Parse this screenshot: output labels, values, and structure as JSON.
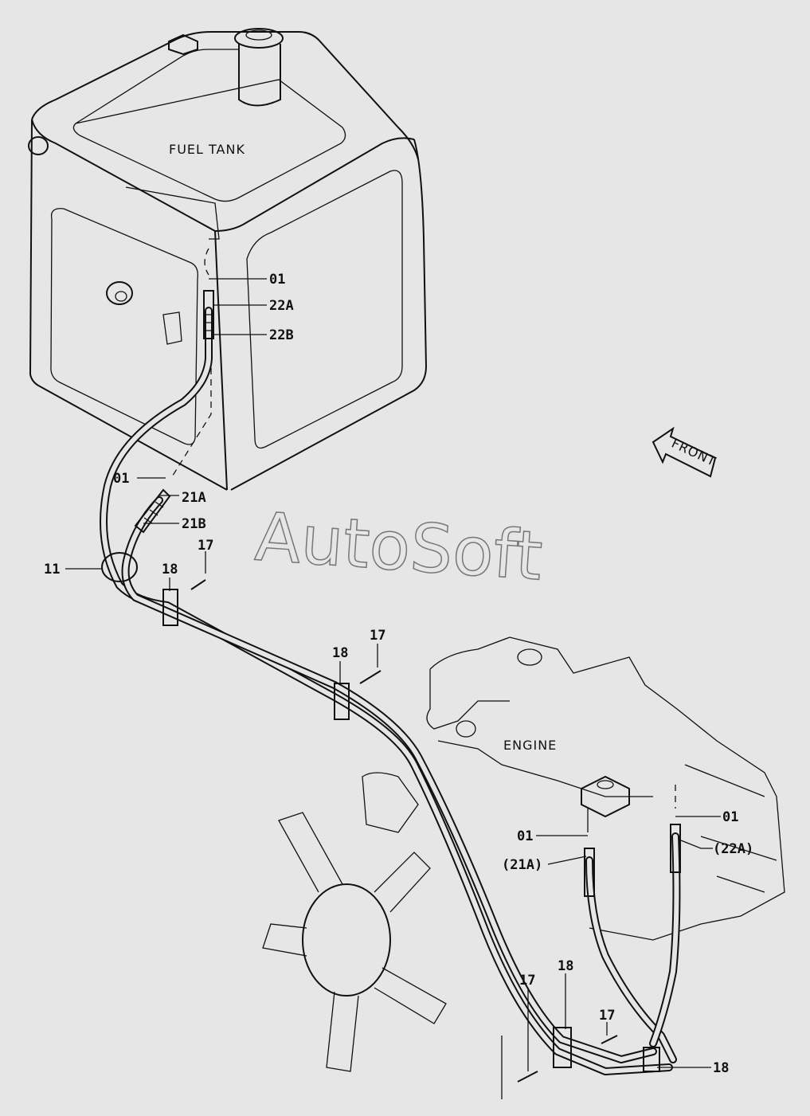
{
  "labels": {
    "fuel_tank": "FUEL TANK",
    "engine": "ENGINE",
    "front": "FRONT",
    "watermark": "AutoSoft"
  },
  "callouts": [
    "01",
    "22A",
    "22B",
    "01",
    "21A",
    "21B",
    "11",
    "17",
    "18",
    "17",
    "18",
    "01",
    "01",
    "(21A)",
    "(22A)",
    "17",
    "18",
    "17",
    "18"
  ]
}
